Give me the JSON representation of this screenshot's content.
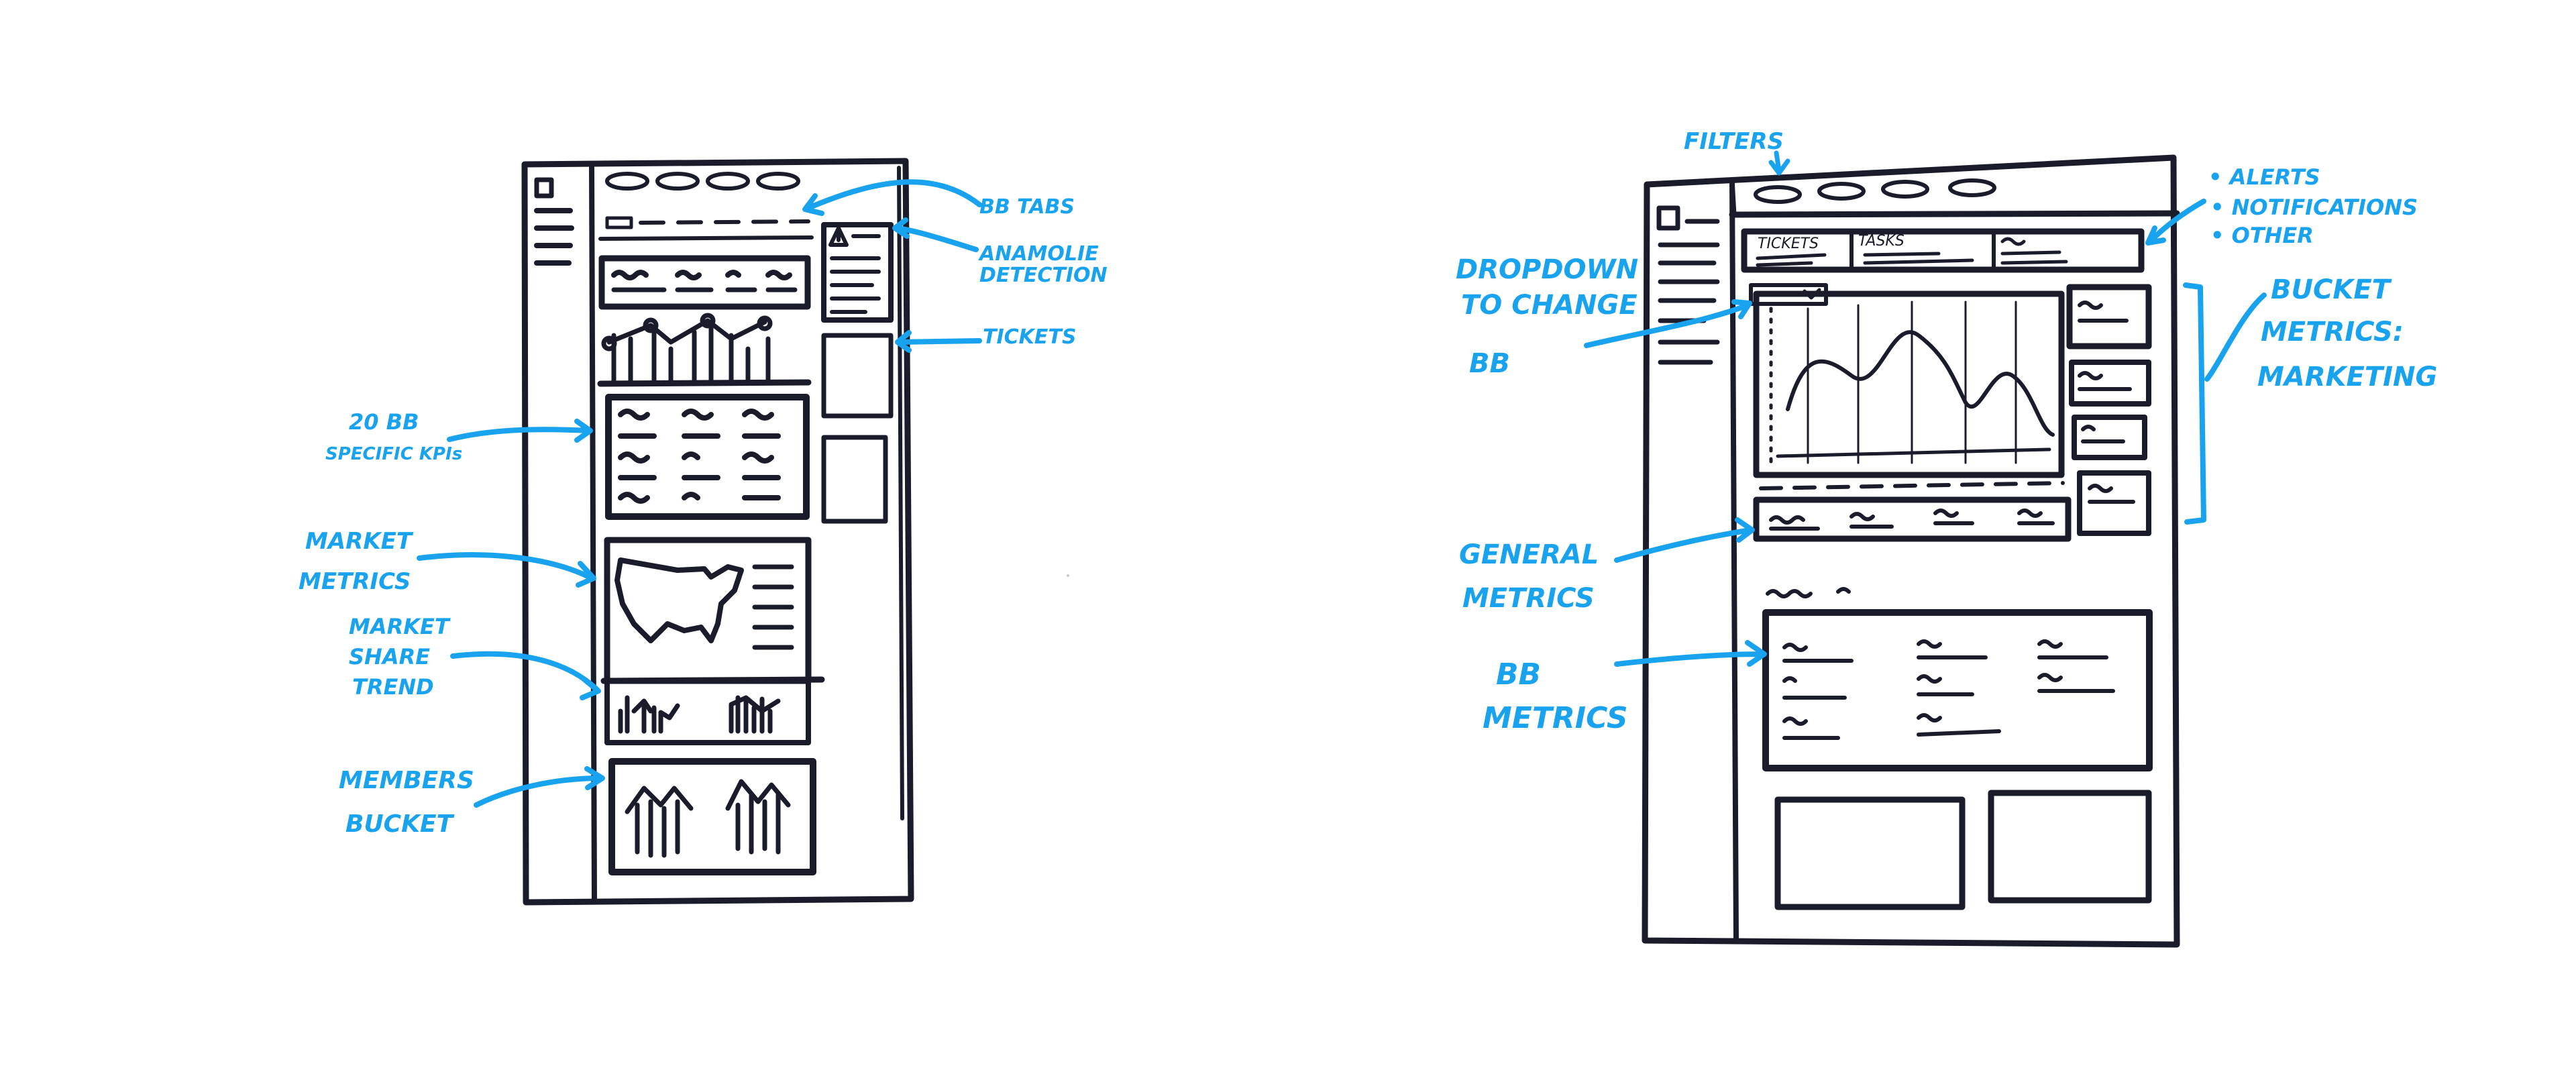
{
  "colors": {
    "ink": "#1a1c2c",
    "annotation": "#19a3ee",
    "background": "#ffffff"
  },
  "left_wireframe": {
    "annotations": {
      "bb_tabs": "BB TABS",
      "anomalie_1": "ANAMOLIE",
      "anomalie_2": "DETECTION",
      "tickets": "TICKETS",
      "kpis_1": "20 BB",
      "kpis_2": "SPECIFIC KPIs",
      "market_metrics_1": "MARKET",
      "market_metrics_2": "METRICS",
      "share_trend_1": "MARKET",
      "share_trend_2": "SHARE",
      "share_trend_3": "TREND",
      "members_1": "MEMBERS",
      "members_2": "BUCKET"
    }
  },
  "right_wireframe": {
    "annotations": {
      "filters": "FILTERS",
      "alerts": "• ALERTS",
      "notifications": "• NOTIFICATIONS",
      "other": "• OTHER",
      "dropdown_1": "DROPDOWN",
      "dropdown_2": "TO CHANGE",
      "dropdown_3": "BB",
      "bucket_1": "BUCKET",
      "bucket_2": "METRICS:",
      "bucket_3": "MARKETING",
      "general_1": "GENERAL",
      "general_2": "METRICS",
      "bb_1": "BB",
      "bb_2": "METRICS"
    },
    "panel_labels": {
      "tickets": "TICKETS",
      "tasks": "TASKS"
    }
  }
}
